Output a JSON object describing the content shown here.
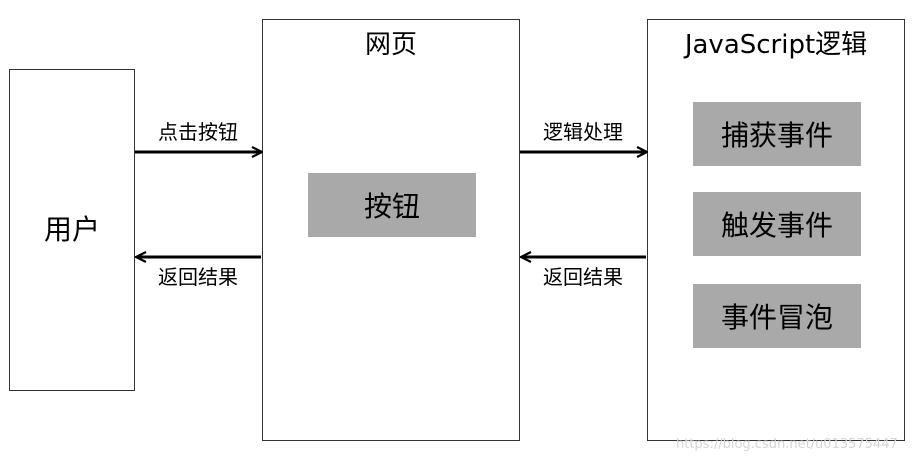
{
  "nodes": {
    "user": {
      "label": "用户"
    },
    "webpage": {
      "title": "网页",
      "button_label": "按钮"
    },
    "javascript": {
      "title": "JavaScript逻辑",
      "steps": [
        "捕获事件",
        "触发事件",
        "事件冒泡"
      ]
    }
  },
  "edges": {
    "user_to_page": "点击按钮",
    "page_to_user": "返回结果",
    "page_to_js": "逻辑处理",
    "js_to_page": "返回结果"
  },
  "watermark": "https://blog.csdn.net/u013575447",
  "colors": {
    "block_fill": "#a9a9a9",
    "border": "#333333",
    "arrow": "#000000"
  }
}
